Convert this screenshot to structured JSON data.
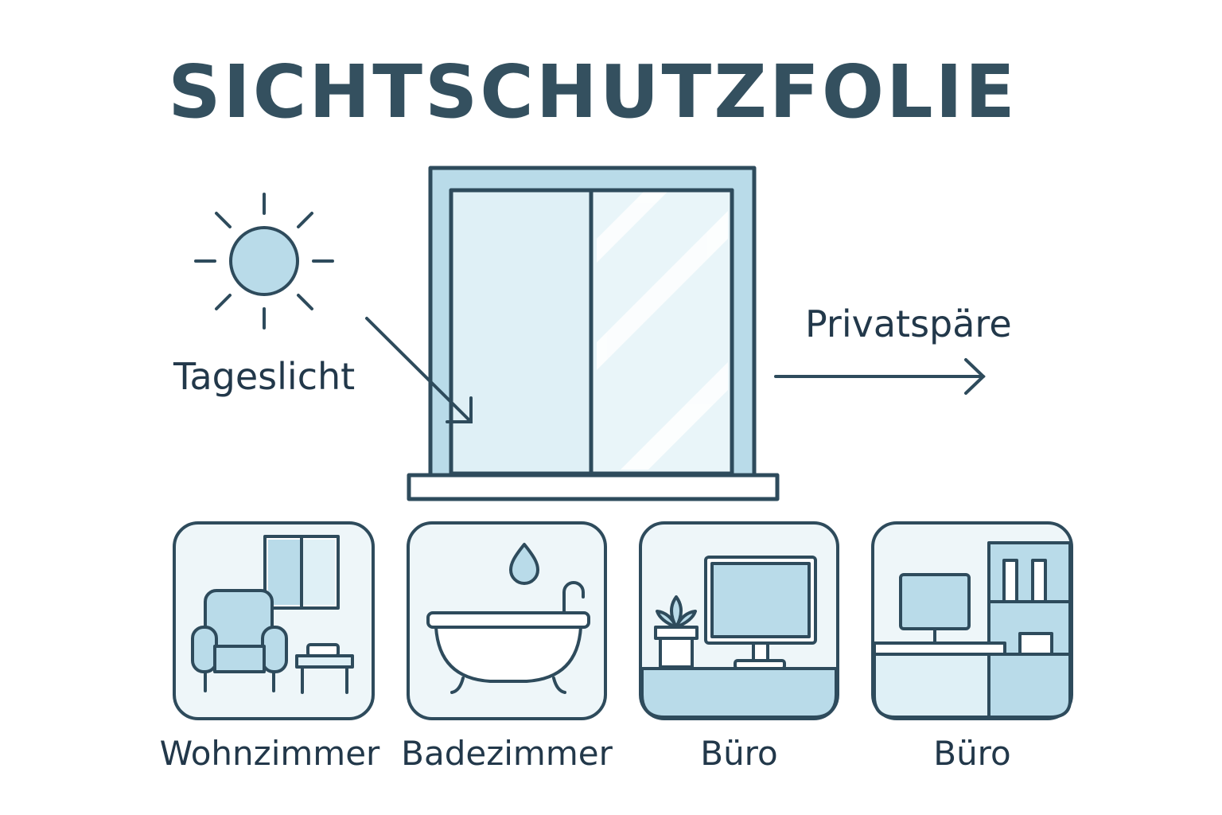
{
  "title": "SICHTSCHUTZFOLIE",
  "labels": {
    "daylight": "Tageslicht",
    "privacy": "Privatspäre"
  },
  "rooms": [
    {
      "label": "Wohnzimmer",
      "icon": "armchair-icon"
    },
    {
      "label": "Badezimmer",
      "icon": "bathtub-icon"
    },
    {
      "label": "Büro",
      "icon": "monitor-icon"
    },
    {
      "label": "Büro",
      "icon": "desk-shelf-icon"
    }
  ],
  "colors": {
    "stroke": "#2e4b5c",
    "light_blue": "#b9dbe9",
    "pale_blue": "#dff0f6",
    "card_bg": "#eef6f9"
  }
}
